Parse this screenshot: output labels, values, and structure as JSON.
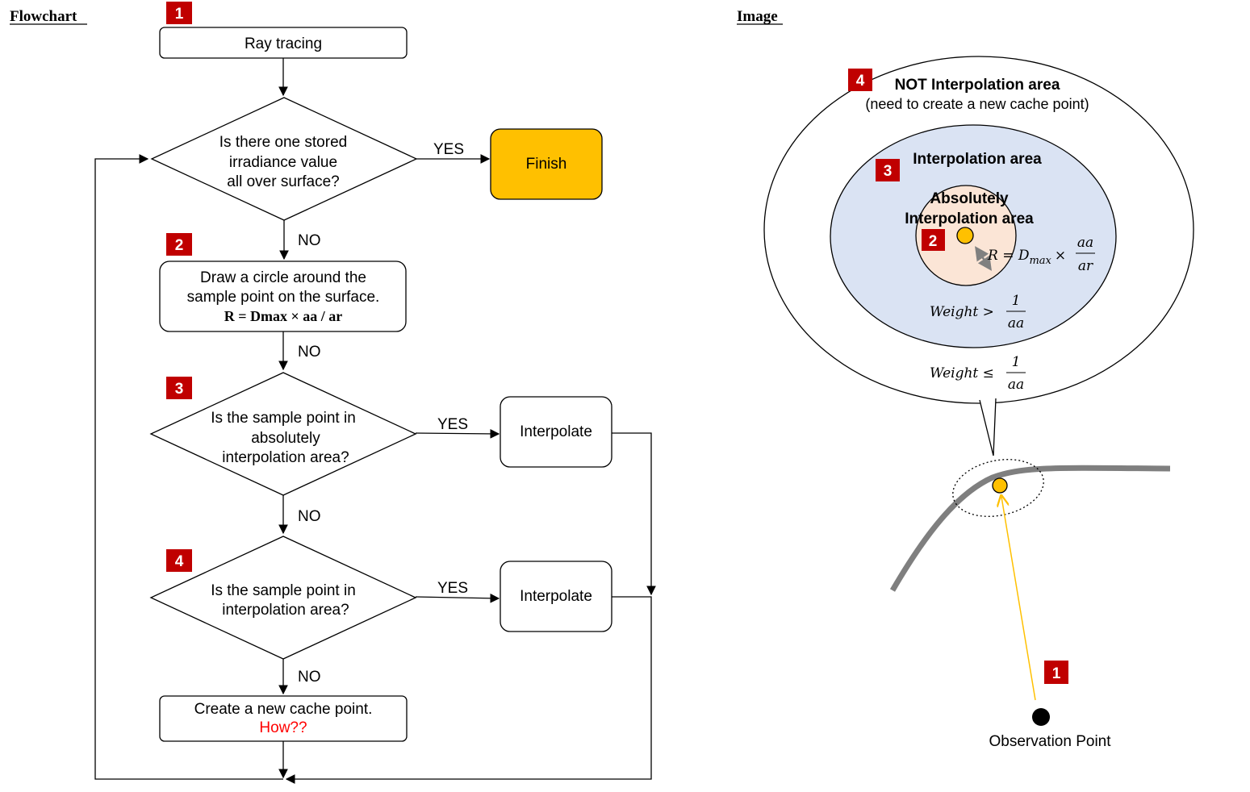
{
  "headings": {
    "flowchart": "Flowchart",
    "image": "Image"
  },
  "flowchart": {
    "ray_tracing": "Ray tracing",
    "decision1": [
      "Is there one stored",
      "irradiance value",
      "all over surface?"
    ],
    "finish": "Finish",
    "draw_circle": [
      "Draw a circle around the",
      "sample point on the surface."
    ],
    "draw_circle_formula": "R = Dmax × aa / ar",
    "decision2": [
      "Is the sample point in",
      "absolutely",
      "interpolation area?"
    ],
    "decision3": [
      "Is the sample point in",
      "interpolation area?"
    ],
    "interpolate": "Interpolate",
    "create_cache": "Create a new cache point.",
    "how": "How??",
    "yes": "YES",
    "no": "NO"
  },
  "image": {
    "not_interp_title": "NOT Interpolation area",
    "not_interp_sub": "(need to create a new cache point)",
    "interp_title": "Interpolation area",
    "abs_interp": [
      "Absolutely",
      "Interpolation area"
    ],
    "r_prefix": "R = D",
    "r_sub": "max",
    "times": "×",
    "frac_num": "aa",
    "frac_den": "ar",
    "weight_gt": "Weight >",
    "weight_le": "Weight ≤",
    "one": "1",
    "observation_point": "Observation Point"
  },
  "badges": {
    "b1": "1",
    "b2": "2",
    "b3": "3",
    "b4": "4"
  },
  "colors": {
    "badge_red": "#c00000",
    "finish_fill": "#ffc000",
    "interp_fill": "#dae3f3",
    "abs_fill": "#fbe5d6",
    "point_fill": "#ffc000",
    "surface": "#7f7f7f",
    "sight_line": "#ffc000",
    "how_red": "#ff0000"
  }
}
